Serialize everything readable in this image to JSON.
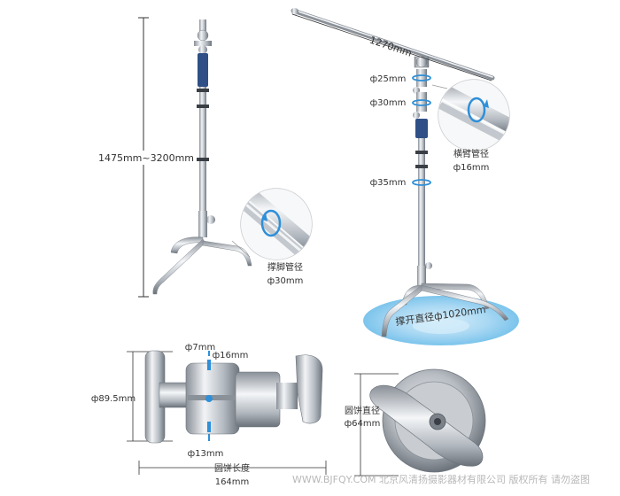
{
  "labels": {
    "stand_height": "1475mm~3200mm",
    "arm_length": "1270mm",
    "phi25": "ф25mm",
    "phi30": "ф30mm",
    "phi35": "ф35mm",
    "arm_tube_title": "横臂管径",
    "arm_tube_value": "ф16mm",
    "leg_tube_title": "撑脚管径",
    "leg_tube_value": "ф30mm",
    "base_spread": "撑开直径ф1020mm",
    "phi7": "ф7mm",
    "phi16": "ф16mm",
    "phi89": "ф89.5mm",
    "phi13": "ф13mm",
    "disc_len_title": "圆饼长度",
    "disc_len_value": "164mm",
    "disc_dia_title": "圆饼直径",
    "disc_dia_value": "ф64mm"
  },
  "watermark": "WWW.BJFQY.COM 北京风清扬摄影器材有限公司 版权所有 请勿盗图",
  "colors": {
    "steel_light": "#e9ecef",
    "steel_mid": "#b9bfc6",
    "steel_dark": "#7c838b",
    "grip_blue": "#2f4f86",
    "accent_blue": "#2f8fd8",
    "ellipse_blue": "#9fd3f2",
    "dim_line": "#333333"
  }
}
